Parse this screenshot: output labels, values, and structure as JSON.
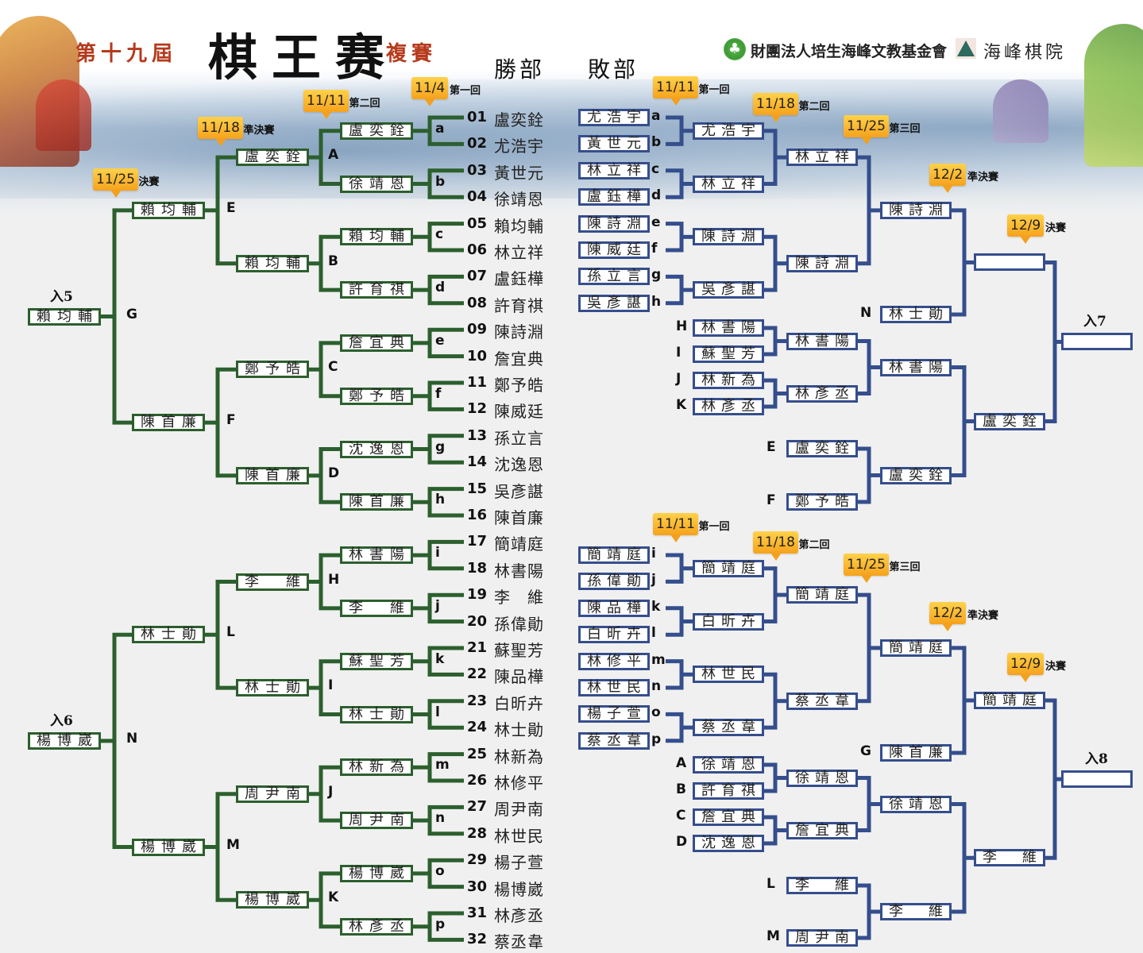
{
  "header": {
    "edition": "第十九屆",
    "title": "棋王赛",
    "stage": "複賽",
    "winners_section": "勝部",
    "losers_section": "敗部",
    "organizer": "財團法人培生海峰文教基金會",
    "venue": "海峰棋院",
    "icons": [
      "clover-logo-icon",
      "mountain-logo-icon"
    ]
  },
  "colors": {
    "winners_line": "#2c5f2e",
    "losers_line": "#354e8c",
    "date_tag": "#f6a21c"
  },
  "rounds": {
    "w_r1": {
      "date": "11/4",
      "name": "第一回"
    },
    "w_r2": {
      "date": "11/11",
      "name": "第二回"
    },
    "w_semi": {
      "date": "11/18",
      "name": "準決賽"
    },
    "w_final": {
      "date": "11/25",
      "name": "決賽"
    },
    "l1_r1": {
      "date": "11/11",
      "name": "第一回"
    },
    "l1_r2": {
      "date": "11/18",
      "name": "第二回"
    },
    "l1_r3": {
      "date": "11/25",
      "name": "第三回"
    },
    "l1_semi": {
      "date": "12/2",
      "name": "準決賽"
    },
    "l1_final": {
      "date": "12/9",
      "name": "決賽"
    },
    "l2_r1": {
      "date": "11/11",
      "name": "第一回"
    },
    "l2_r2": {
      "date": "11/18",
      "name": "第二回"
    },
    "l2_r3": {
      "date": "11/25",
      "name": "第三回"
    },
    "l2_semi": {
      "date": "12/2",
      "name": "準決賽"
    },
    "l2_final": {
      "date": "12/9",
      "name": "決賽"
    }
  },
  "seeds": [
    {
      "no": "01",
      "name": "盧奕銓"
    },
    {
      "no": "02",
      "name": "尤浩宇"
    },
    {
      "no": "03",
      "name": "黃世元"
    },
    {
      "no": "04",
      "name": "徐靖恩"
    },
    {
      "no": "05",
      "name": "賴均輔"
    },
    {
      "no": "06",
      "name": "林立祥"
    },
    {
      "no": "07",
      "name": "盧鈺樺"
    },
    {
      "no": "08",
      "name": "許育祺"
    },
    {
      "no": "09",
      "name": "陳詩淵"
    },
    {
      "no": "10",
      "name": "詹宜典"
    },
    {
      "no": "11",
      "name": "鄭予皓"
    },
    {
      "no": "12",
      "name": "陳威廷"
    },
    {
      "no": "13",
      "name": "孫立言"
    },
    {
      "no": "14",
      "name": "沈逸恩"
    },
    {
      "no": "15",
      "name": "吳彥諶"
    },
    {
      "no": "16",
      "name": "陳首廉"
    },
    {
      "no": "17",
      "name": "簡靖庭"
    },
    {
      "no": "18",
      "name": "林書陽"
    },
    {
      "no": "19",
      "name": "李　維"
    },
    {
      "no": "20",
      "name": "孫偉勛"
    },
    {
      "no": "21",
      "name": "蘇聖芳"
    },
    {
      "no": "22",
      "name": "陳品樺"
    },
    {
      "no": "23",
      "name": "白昕卉"
    },
    {
      "no": "24",
      "name": "林士勛"
    },
    {
      "no": "25",
      "name": "林新為"
    },
    {
      "no": "26",
      "name": "林修平"
    },
    {
      "no": "27",
      "name": "周尹南"
    },
    {
      "no": "28",
      "name": "林世民"
    },
    {
      "no": "29",
      "name": "楊子萱"
    },
    {
      "no": "30",
      "name": "楊博崴"
    },
    {
      "no": "31",
      "name": "林彥丞"
    },
    {
      "no": "32",
      "name": "蔡丞韋"
    }
  ],
  "winners": {
    "r1": [
      {
        "label": "a",
        "winner": "盧奕銓"
      },
      {
        "label": "b",
        "winner": "徐靖恩"
      },
      {
        "label": "c",
        "winner": "賴均輔"
      },
      {
        "label": "d",
        "winner": "許育祺"
      },
      {
        "label": "e",
        "winner": "詹宜典"
      },
      {
        "label": "f",
        "winner": "鄭予皓"
      },
      {
        "label": "g",
        "winner": "沈逸恩"
      },
      {
        "label": "h",
        "winner": "陳首廉"
      },
      {
        "label": "i",
        "winner": "林書陽"
      },
      {
        "label": "j",
        "winner": "李　維"
      },
      {
        "label": "k",
        "winner": "蘇聖芳"
      },
      {
        "label": "l",
        "winner": "林士勛"
      },
      {
        "label": "m",
        "winner": "林新為"
      },
      {
        "label": "n",
        "winner": "周尹南"
      },
      {
        "label": "o",
        "winner": "楊博崴"
      },
      {
        "label": "p",
        "winner": "林彥丞"
      }
    ],
    "r2": [
      {
        "label": "A",
        "winner": "盧奕銓"
      },
      {
        "label": "B",
        "winner": "賴均輔"
      },
      {
        "label": "C",
        "winner": "鄭予皓"
      },
      {
        "label": "D",
        "winner": "陳首廉"
      },
      {
        "label": "H",
        "winner": "李　維"
      },
      {
        "label": "I",
        "winner": "林士勛"
      },
      {
        "label": "J",
        "winner": "周尹南"
      },
      {
        "label": "K",
        "winner": "楊博崴"
      }
    ],
    "semi": [
      {
        "label": "E",
        "winner": "賴均輔"
      },
      {
        "label": "F",
        "winner": "陳首廉"
      },
      {
        "label": "L",
        "winner": "林士勛"
      },
      {
        "label": "M",
        "winner": "楊博崴"
      }
    ],
    "final": [
      {
        "label": "G",
        "winner": "賴均輔",
        "entry": "入5"
      },
      {
        "label": "N",
        "winner": "楊博崴",
        "entry": "入6"
      }
    ]
  },
  "losers1": {
    "r1_players": [
      {
        "name": "尤浩宇",
        "label": "a"
      },
      {
        "name": "黃世元",
        "label": "b"
      },
      {
        "name": "林立祥",
        "label": "c"
      },
      {
        "name": "盧鈺樺",
        "label": "d"
      },
      {
        "name": "陳詩淵",
        "label": "e"
      },
      {
        "name": "陳威廷",
        "label": "f"
      },
      {
        "name": "孫立言",
        "label": "g"
      },
      {
        "name": "吳彥諶",
        "label": "h"
      }
    ],
    "r1_winners": [
      "尤浩宇",
      "林立祥",
      "陳詩淵",
      "吳彥諶"
    ],
    "r2_winners": [
      "林立祥",
      "陳詩淵"
    ],
    "r3_winner": "陳詩淵",
    "drop_N": {
      "label": "N",
      "name": "林士勛"
    },
    "semi_winner": "",
    "hijk_players": [
      {
        "label": "H",
        "name": "林書陽"
      },
      {
        "label": "I",
        "name": "蘇聖芳"
      },
      {
        "label": "J",
        "name": "林新為"
      },
      {
        "label": "K",
        "name": "林彥丞"
      }
    ],
    "hijk_r1": [
      "林書陽",
      "林彥丞"
    ],
    "hijk_r2": "林書陽",
    "ef_players": [
      {
        "label": "E",
        "name": "盧奕銓"
      },
      {
        "label": "F",
        "name": "鄭予皓"
      }
    ],
    "ef_r1": "盧奕銓",
    "lower_semi": "盧奕銓",
    "entry": "入7",
    "entry_name": ""
  },
  "losers2": {
    "r1_players": [
      {
        "name": "簡靖庭",
        "label": "i"
      },
      {
        "name": "孫偉勛",
        "label": "j"
      },
      {
        "name": "陳品樺",
        "label": "k"
      },
      {
        "name": "白昕卉",
        "label": "l"
      },
      {
        "name": "林修平",
        "label": "m"
      },
      {
        "name": "林世民",
        "label": "n"
      },
      {
        "name": "楊子萱",
        "label": "o"
      },
      {
        "name": "蔡丞韋",
        "label": "p"
      }
    ],
    "r1_winners": [
      "簡靖庭",
      "白昕卉",
      "林世民",
      "蔡丞韋"
    ],
    "r2_winners": [
      "簡靖庭",
      "蔡丞韋"
    ],
    "r3_winner": "簡靖庭",
    "drop_G": {
      "label": "G",
      "name": "陳首廉"
    },
    "semi_winner": "簡靖庭",
    "abcd_players": [
      {
        "label": "A",
        "name": "徐靖恩"
      },
      {
        "label": "B",
        "name": "許育祺"
      },
      {
        "label": "C",
        "name": "詹宜典"
      },
      {
        "label": "D",
        "name": "沈逸恩"
      }
    ],
    "abcd_r1": [
      "徐靖恩",
      "詹宜典"
    ],
    "abcd_r2": "徐靖恩",
    "lm_players": [
      {
        "label": "L",
        "name": "李　維"
      },
      {
        "label": "M",
        "name": "周尹南"
      }
    ],
    "lm_r1": "李　維",
    "lower_semi": "李　維",
    "entry": "入8",
    "entry_name": ""
  }
}
